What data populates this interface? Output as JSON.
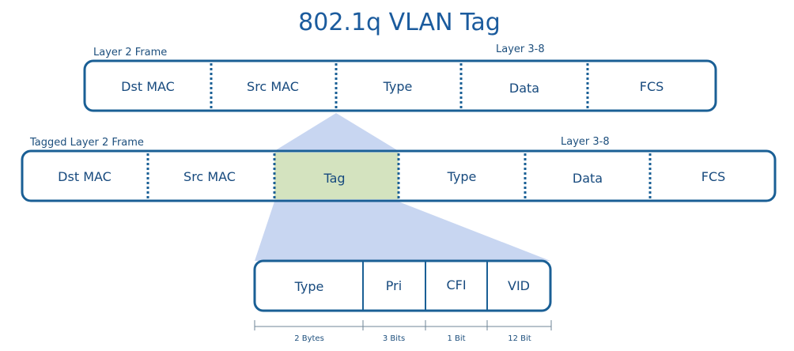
{
  "title": "802.1q VLAN Tag",
  "frame1": {
    "caption_left": "Layer 2 Frame",
    "caption_right": "Layer 3-8",
    "fields": [
      "Dst MAC",
      "Src MAC",
      "Type",
      "Data",
      "FCS"
    ]
  },
  "frame2": {
    "caption_left": "Tagged Layer 2 Frame",
    "caption_right": "Layer 3-8",
    "fields": [
      "Dst MAC",
      "Src MAC",
      "Tag",
      "Type",
      "Data",
      "FCS"
    ]
  },
  "tag_detail": {
    "fields": [
      "Type",
      "Pri",
      "CFI",
      "VID"
    ],
    "sizes": [
      "2 Bytes",
      "3 Bits",
      "1 Bit",
      "12 Bit"
    ]
  },
  "colors": {
    "outline": "#1a5f95",
    "title": "#1b5b9d",
    "tag_highlight": "#d4e3bf",
    "zoom_projection": "#c8d6f1"
  }
}
